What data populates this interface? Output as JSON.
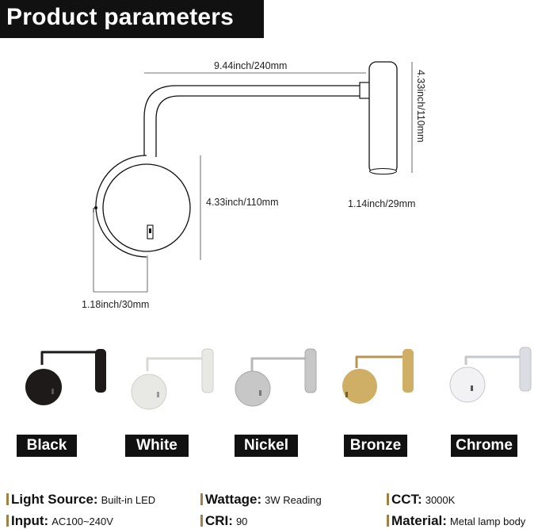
{
  "title": "Product parameters",
  "dimensions": {
    "arm_length": "9.44inch/240mm",
    "head_height": "4.33inch/110mm",
    "head_width": "1.14inch/29mm",
    "base_diameter": "4.33inch/110mm",
    "base_depth": "1.18inch/30mm"
  },
  "variants": [
    {
      "label": "Black",
      "color": "#1e1a19"
    },
    {
      "label": "White",
      "color": "#e8e8e5"
    },
    {
      "label": "Nickel",
      "color": "#c7c7c7"
    },
    {
      "label": "Bronze",
      "color": "#cfae66"
    },
    {
      "label": "Chrome",
      "color": "#dcdde2"
    }
  ],
  "specs": {
    "light_source": {
      "key": "Light Source:",
      "value": "Built-in LED"
    },
    "wattage": {
      "key": "Wattage:",
      "value": "3W Reading"
    },
    "cct": {
      "key": "CCT:",
      "value": "3000K"
    },
    "input": {
      "key": "Input:",
      "value": "AC100~240V"
    },
    "cri": {
      "key": "CRI:",
      "value": "90"
    },
    "material": {
      "key": "Material:",
      "value": "Metal lamp body"
    }
  }
}
